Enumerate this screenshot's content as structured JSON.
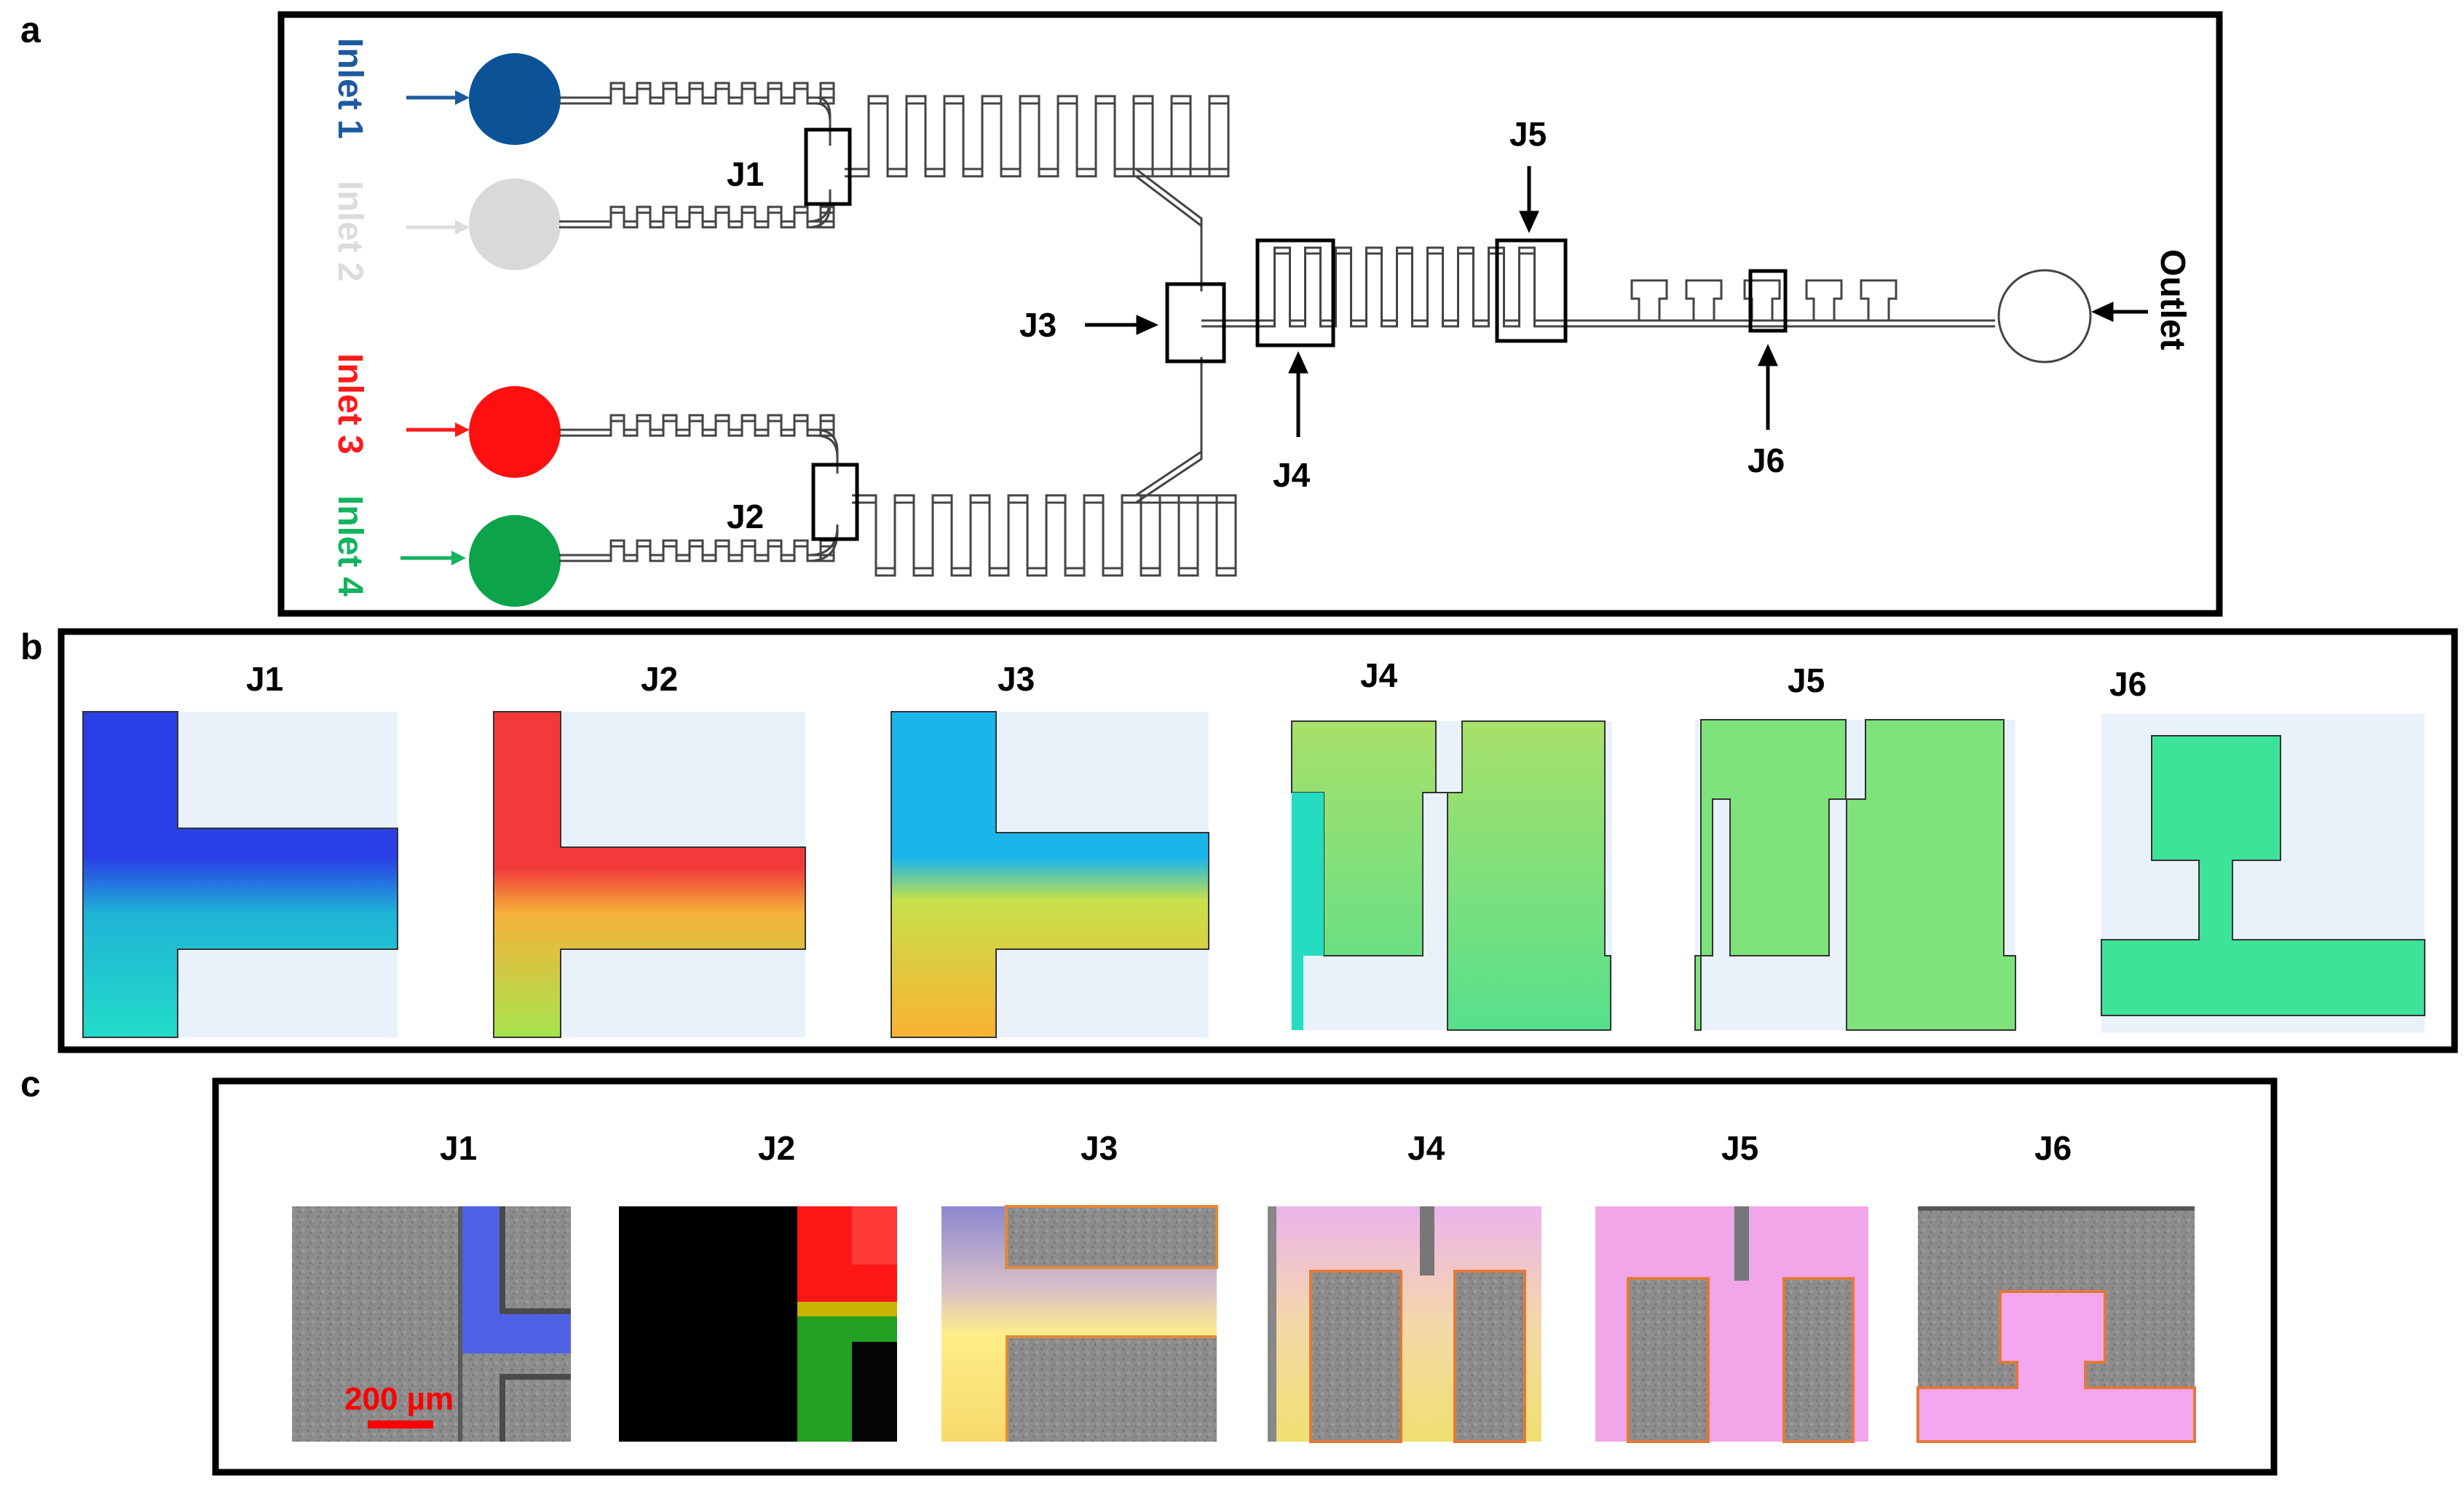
{
  "panel_labels": {
    "a": "a",
    "b": "b",
    "c": "c"
  },
  "panel_a": {
    "inlets": [
      {
        "label": "Inlet 1",
        "color": "#0b5297"
      },
      {
        "label": "Inlet 2",
        "color": "#d9d9d9"
      },
      {
        "label": "Inlet 3",
        "color": "#ff1010"
      },
      {
        "label": "Inlet 4",
        "color": "#0ca34a"
      }
    ],
    "outlet_label": "Outlet",
    "junctions": [
      "J1",
      "J2",
      "J3",
      "J4",
      "J5",
      "J6"
    ]
  },
  "panel_b": {
    "titles": [
      "J1",
      "J2",
      "J3",
      "J4",
      "J5",
      "J6"
    ]
  },
  "panel_c": {
    "titles": [
      "J1",
      "J2",
      "J3",
      "J4",
      "J5",
      "J6"
    ],
    "scale_bar": "200 µm",
    "scale_color": "#ff0000"
  }
}
